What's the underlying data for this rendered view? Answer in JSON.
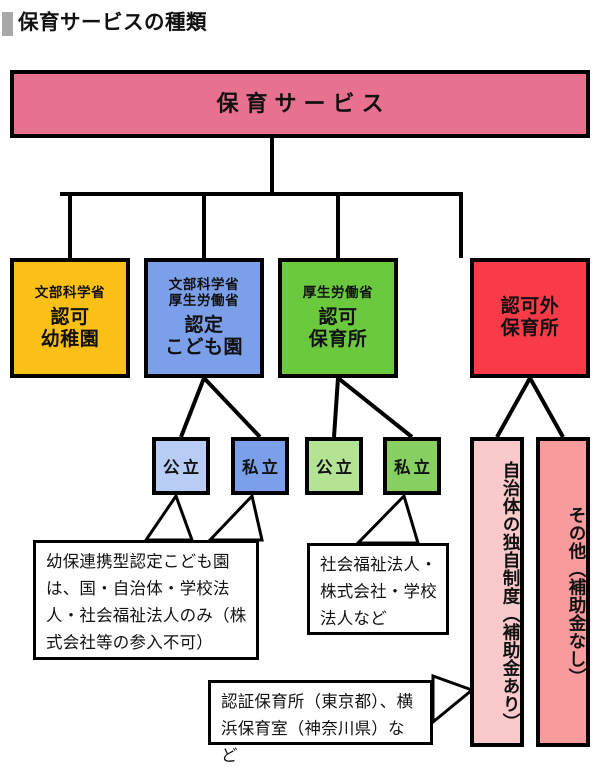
{
  "title": {
    "text": "保育サービスの種類",
    "marker_color": "#a8a8a8"
  },
  "chart_data": {
    "type": "diagram",
    "root": {
      "label": "保育サービス",
      "color": "#e8718f"
    },
    "categories": [
      {
        "name": "ninka-yochien",
        "ministry": "文部科学省",
        "label": "認可\n幼稚園",
        "color": "#fbc015",
        "children": []
      },
      {
        "name": "nintei-kodomoen",
        "ministry": "文部科学省\n厚生労働省",
        "label": "認定\nこども園",
        "color": "#7b9fe8",
        "children": [
          {
            "label": "公立",
            "color": "#b8cdf5"
          },
          {
            "label": "私立",
            "color": "#7b9fe8"
          }
        ]
      },
      {
        "name": "ninka-hoikusho",
        "ministry": "厚生労働省",
        "label": "認可\n保育所",
        "color": "#6ac93c",
        "children": [
          {
            "label": "公立",
            "color": "#b5e394"
          },
          {
            "label": "私立",
            "color": "#86cf60"
          }
        ]
      },
      {
        "name": "ninkagai-hoikusho",
        "ministry": "",
        "label": "認可外\n保育所",
        "color": "#f93b47",
        "children": [
          {
            "label": "自治体の独自制度（補助金あり）",
            "color": "#f9c9cb"
          },
          {
            "label": "その他（補助金なし）",
            "color": "#f99a9d"
          }
        ]
      }
    ],
    "notes": [
      {
        "name": "kodomoen-note",
        "text": "幼保連携型認定こども園は、国・自治体・学校法人・社会福祉法人のみ（株式会社等の参入不可）",
        "points_to": [
          "認定こども園 公立",
          "認定こども園 私立"
        ]
      },
      {
        "name": "hojin-note",
        "text": "社会福祉法人・株式会社・学校法人など",
        "points_to": [
          "認可保育所 私立"
        ]
      },
      {
        "name": "ninsho-note",
        "text": "認証保育所（東京都）、横浜保育室（神奈川県）など",
        "points_to": [
          "自治体の独自制度（補助金あり）"
        ]
      }
    ]
  },
  "boxes": {
    "root_label": "保育サービス",
    "yochien": {
      "ministry": "文部科学省",
      "label": "認可\n幼稚園"
    },
    "kodomoen": {
      "ministry": "文部科学省\n厚生労働省",
      "label": "認定\nこども園"
    },
    "hoikusho": {
      "ministry": "厚生労働省",
      "label": "認可\n保育所"
    },
    "ninkagai": {
      "ministry": "",
      "label": "認可外\n保育所"
    },
    "kouritsu_blue": "公立",
    "shiritsu_blue": "私立",
    "kouritsu_green": "公立",
    "shiritsu_green": "私立",
    "jichitai": "自治体の独自制度（補助金あり）",
    "sonota": "その他（補助金なし）"
  },
  "notes": {
    "kodomoen": "幼保連携型認定こども園は、国・自治体・学校法人・社会福祉法人のみ（株式会社等の参入不可）",
    "hojin": "社会福祉法人・株式会社・学校法人など",
    "ninsho": "認証保育所（東京都）、横浜保育室（神奈川県）など"
  },
  "colors": {
    "root": "#e8718f",
    "yochien": "#fbc015",
    "kodomoen": "#7b9fe8",
    "hoikusho": "#6ac93c",
    "ninkagai": "#f93b47",
    "kouritsu_blue": "#b8cdf5",
    "shiritsu_blue": "#7b9fe8",
    "kouritsu_green": "#b5e394",
    "shiritsu_green": "#86cf60",
    "jichitai": "#f9c9cb",
    "sonota": "#f99a9d",
    "line": "#000000"
  }
}
